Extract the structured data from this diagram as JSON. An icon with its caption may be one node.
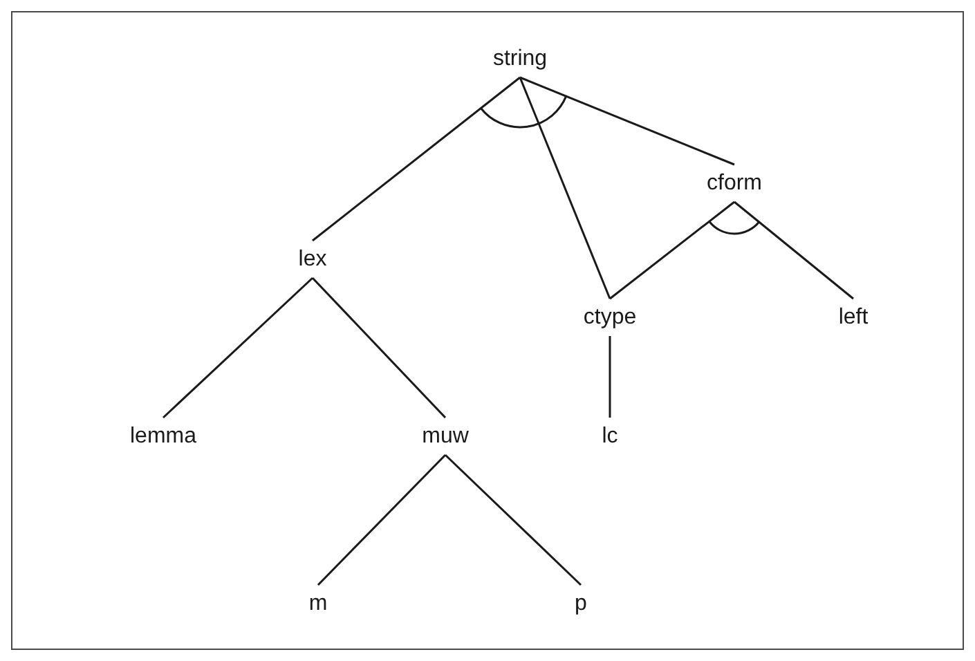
{
  "diagram": {
    "nodes": [
      {
        "text": [
          "string"
        ]
      },
      {
        "text": [
          "cform"
        ]
      },
      {
        "text": [
          "lex"
        ]
      },
      {
        "text": [
          "ctype"
        ]
      },
      {
        "text": [
          "left"
        ]
      },
      {
        "text": [
          "lemma"
        ]
      },
      {
        "text": [
          "muw"
        ]
      },
      {
        "text": [
          "lc"
        ]
      },
      {
        "text": [
          "m"
        ]
      },
      {
        "text": [
          "p"
        ]
      }
    ],
    "edges": [
      {
        "from": 0,
        "to": 2,
        "arrow": "none"
      },
      {
        "from": 0,
        "to": 3,
        "arrow": "none"
      },
      {
        "from": 0,
        "to": 1,
        "arrow": "none"
      },
      {
        "from": 1,
        "to": 3,
        "arrow": "none"
      },
      {
        "from": 1,
        "to": 4,
        "arrow": "none"
      },
      {
        "from": 2,
        "to": 5,
        "arrow": "none"
      },
      {
        "from": 2,
        "to": 6,
        "arrow": "none"
      },
      {
        "from": 3,
        "to": 7,
        "arrow": "none"
      },
      {
        "from": 6,
        "to": 8,
        "arrow": "none"
      },
      {
        "from": 6,
        "to": 9,
        "arrow": "none"
      }
    ]
  }
}
